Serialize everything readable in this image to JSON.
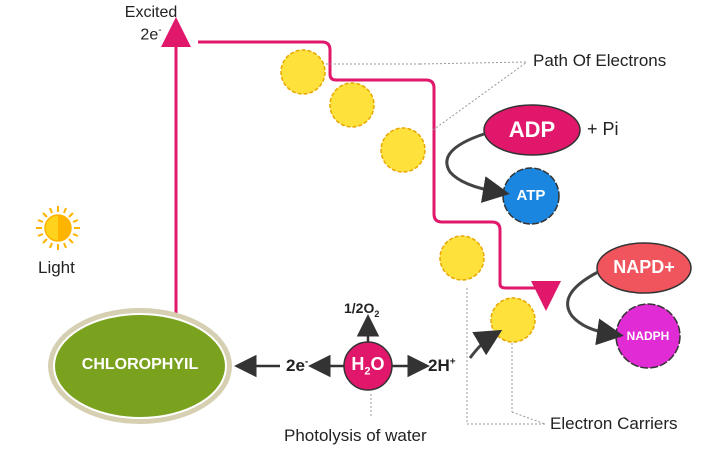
{
  "labels": {
    "excited_line1": "Excited",
    "excited_line2": "2e",
    "excited_sup": "-",
    "path_of_electrons": "Path Of Electrons",
    "light": "Light",
    "plus_pi": "+ Pi",
    "photolysis": "Photolysis of water",
    "electron_carriers": "Electron Carriers",
    "left_2e": "2e",
    "left_2e_sup": "-",
    "right_2h": "2H",
    "right_2h_sup": "+",
    "oxygen_main": "1/2O",
    "oxygen_sub": "2",
    "water_main_h": "H",
    "water_sub": "2",
    "water_main_o": "O"
  },
  "molecules": {
    "adp": "ADP",
    "atp": "ATP",
    "napd": "NAPD+",
    "nadph": "NADPH",
    "chlorophyll": "CHLOROPHYIL"
  },
  "colors": {
    "pink": "#e0176a",
    "yellow": "#ffe13c",
    "green": "#7aa21f",
    "blue": "#1a86e0",
    "magenta": "#e12bd5",
    "salmon": "#f0545c",
    "dark": "#333333"
  }
}
